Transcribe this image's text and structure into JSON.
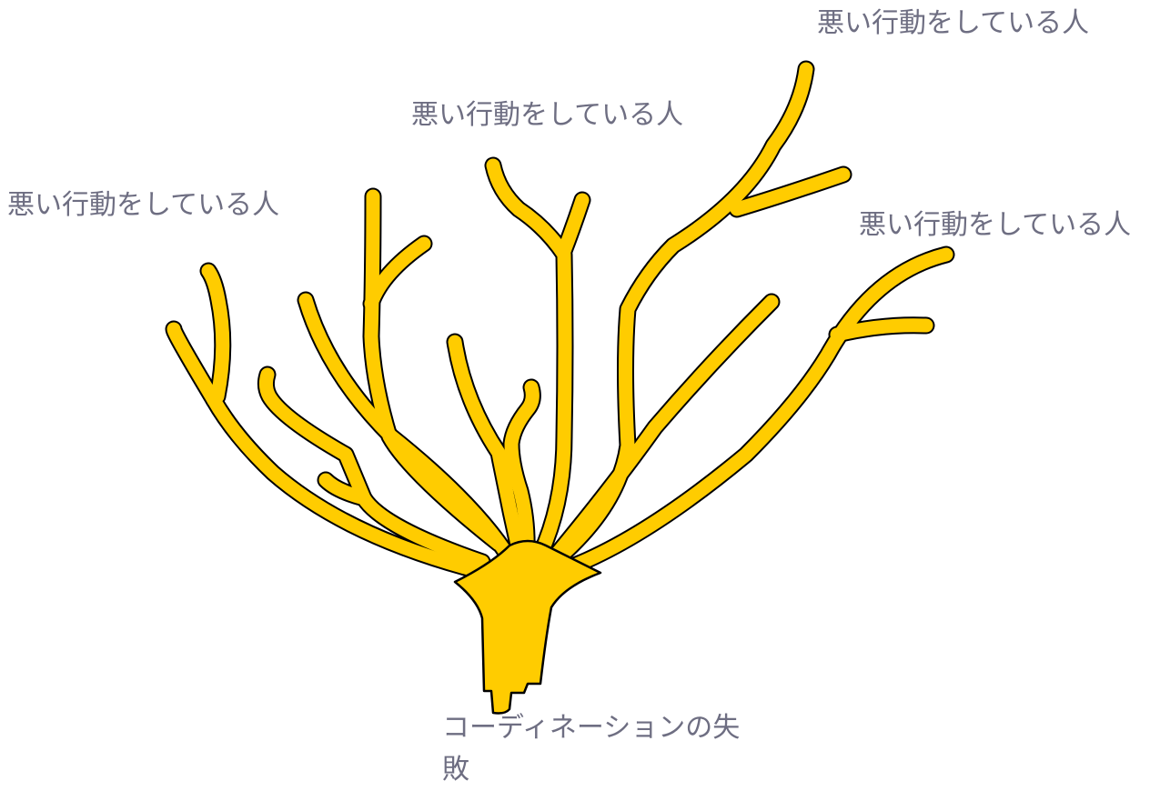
{
  "diagram": {
    "branch_labels": [
      "悪い行動をしている人",
      "悪い行動をしている人",
      "悪い行動をしている人",
      "悪い行動をしている人"
    ],
    "root_label": "コーディネーションの失敗",
    "colors": {
      "tree_fill": "#ffcc00",
      "tree_outline": "#000000",
      "label_text": "#6e6e82",
      "background": "#ffffff"
    }
  }
}
